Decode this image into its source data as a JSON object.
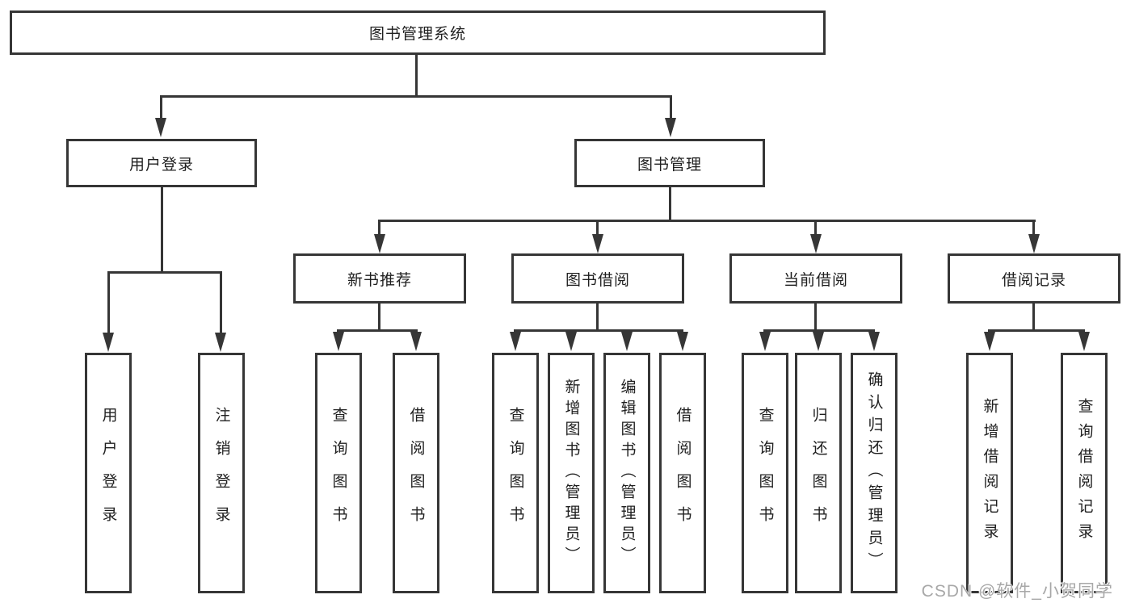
{
  "diagram": {
    "root": {
      "label": "图书管理系统"
    },
    "level2": [
      {
        "label": "用户登录"
      },
      {
        "label": "图书管理"
      }
    ],
    "level3": [
      {
        "label": "新书推荐"
      },
      {
        "label": "图书借阅"
      },
      {
        "label": "当前借阅"
      },
      {
        "label": "借阅记录"
      }
    ],
    "leaves": {
      "user_login": [
        {
          "label": "用户登录"
        },
        {
          "label": "注销登录"
        }
      ],
      "new_book": [
        {
          "label": "查询图书"
        },
        {
          "label": "借阅图书"
        }
      ],
      "book_borrow": [
        {
          "label": "查询图书"
        },
        {
          "label": "新增图书（管理员）"
        },
        {
          "label": "编辑图书（管理员）"
        },
        {
          "label": "借阅图书"
        }
      ],
      "current_borrow": [
        {
          "label": "查询图书"
        },
        {
          "label": "归还图书"
        },
        {
          "label": "确认归还（管理员）"
        }
      ],
      "borrow_record": [
        {
          "label": "新增借阅记录"
        },
        {
          "label": "查询借阅记录"
        }
      ]
    },
    "watermark": "CSDN @软件_小贺同学",
    "colors": {
      "line": "#363636",
      "box_border": "#363636",
      "background": "#ffffff",
      "text": "#1f1f1f",
      "watermark": "#a8a8a8"
    }
  }
}
